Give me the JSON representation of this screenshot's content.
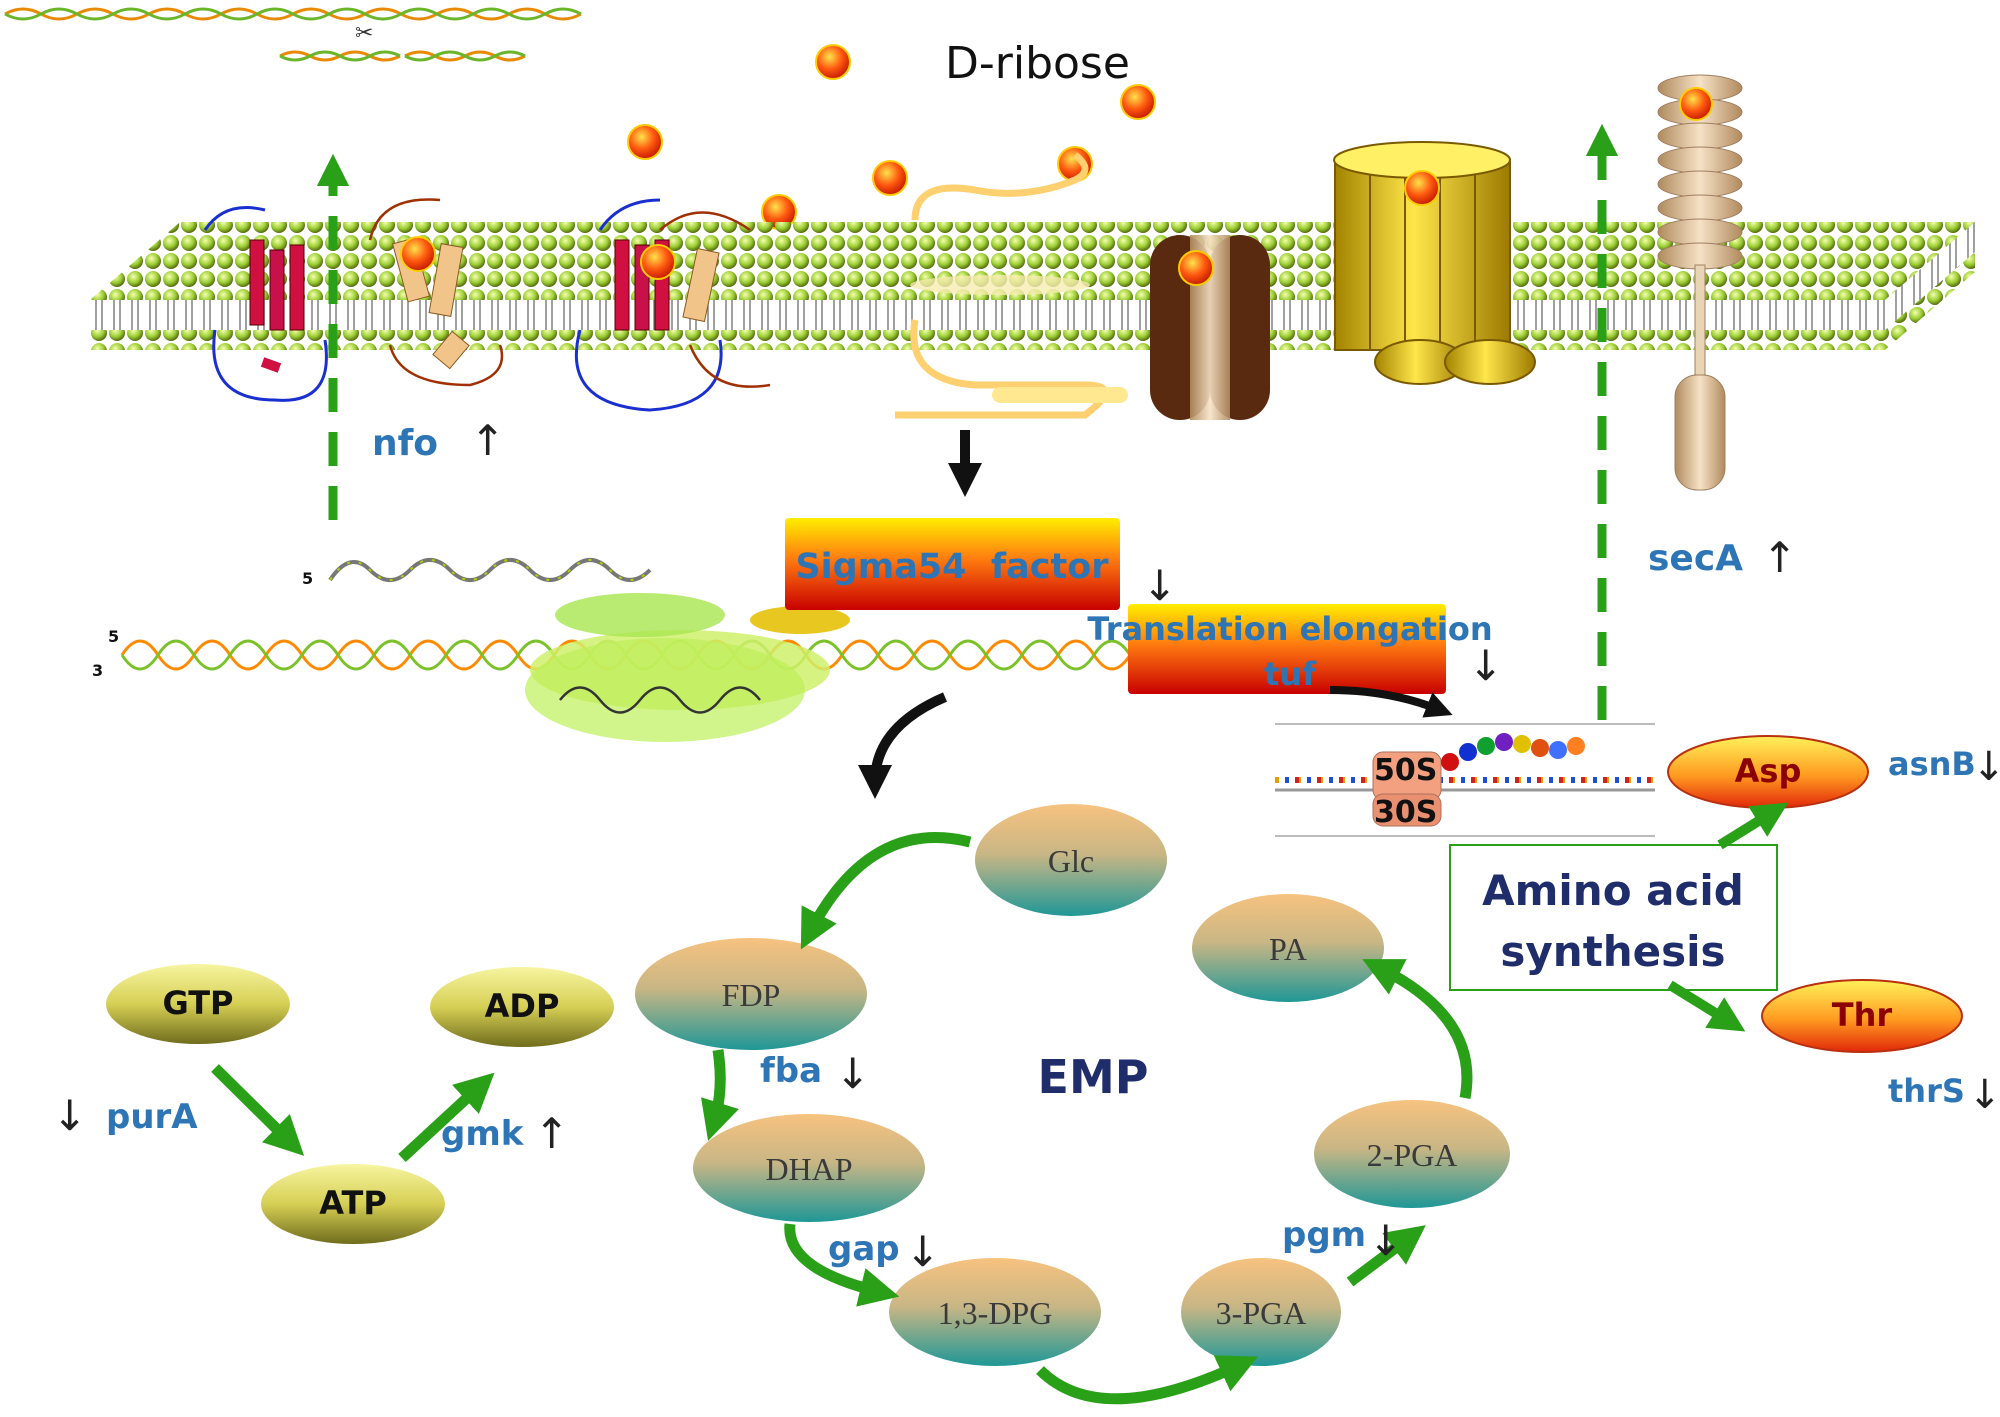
{
  "ligand": {
    "label": "D-ribose"
  },
  "transcription": {
    "sigma_label": "Sigma54  factor",
    "sigma_change": "↓",
    "translation_label": "Translation elongation",
    "tuf_label": "tuf",
    "tuf_change": "↓",
    "strand_5": "5",
    "strand_3": "3"
  },
  "genes": {
    "nfo": {
      "name": "nfo",
      "change": "↑"
    },
    "secA": {
      "name": "secA",
      "change": "↑"
    },
    "asnB": {
      "name": "asnB",
      "change": "↓"
    },
    "thrS": {
      "name": "thrS",
      "change": "↓"
    },
    "purA": {
      "name": "purA",
      "change": "↓"
    },
    "gmk": {
      "name": "gmk",
      "change": "↑"
    },
    "fba": {
      "name": "fba",
      "change": "↓"
    },
    "gap": {
      "name": "gap",
      "change": "↓"
    },
    "pgm": {
      "name": "pgm",
      "change": "↓"
    }
  },
  "ribosome": {
    "large": "50S",
    "small": "30S"
  },
  "amino_acids": {
    "box_line1": "Amino acid",
    "box_line2": "synthesis",
    "asp": "Asp",
    "thr": "Thr"
  },
  "nucleotides": {
    "gtp": "GTP",
    "adp": "ADP",
    "atp": "ATP"
  },
  "emp": {
    "title": "EMP",
    "glc": "Glc",
    "fdp": "FDP",
    "dhap": "DHAP",
    "dpg": "1,3-DPG",
    "pga3": "3-PGA",
    "pga2": "2-PGA",
    "pa": "PA"
  },
  "colors": {
    "gene_text": "#2e75b6",
    "green_arrow": "#2aa019",
    "membrane_bead": "#9acd32",
    "ribose_ball": "#e83010",
    "metabolite_top": "#f2c185",
    "metabolite_bottom": "#2e9a96",
    "nucleotide_top": "#f3f08a",
    "nucleotide_bottom": "#7a7a20"
  }
}
